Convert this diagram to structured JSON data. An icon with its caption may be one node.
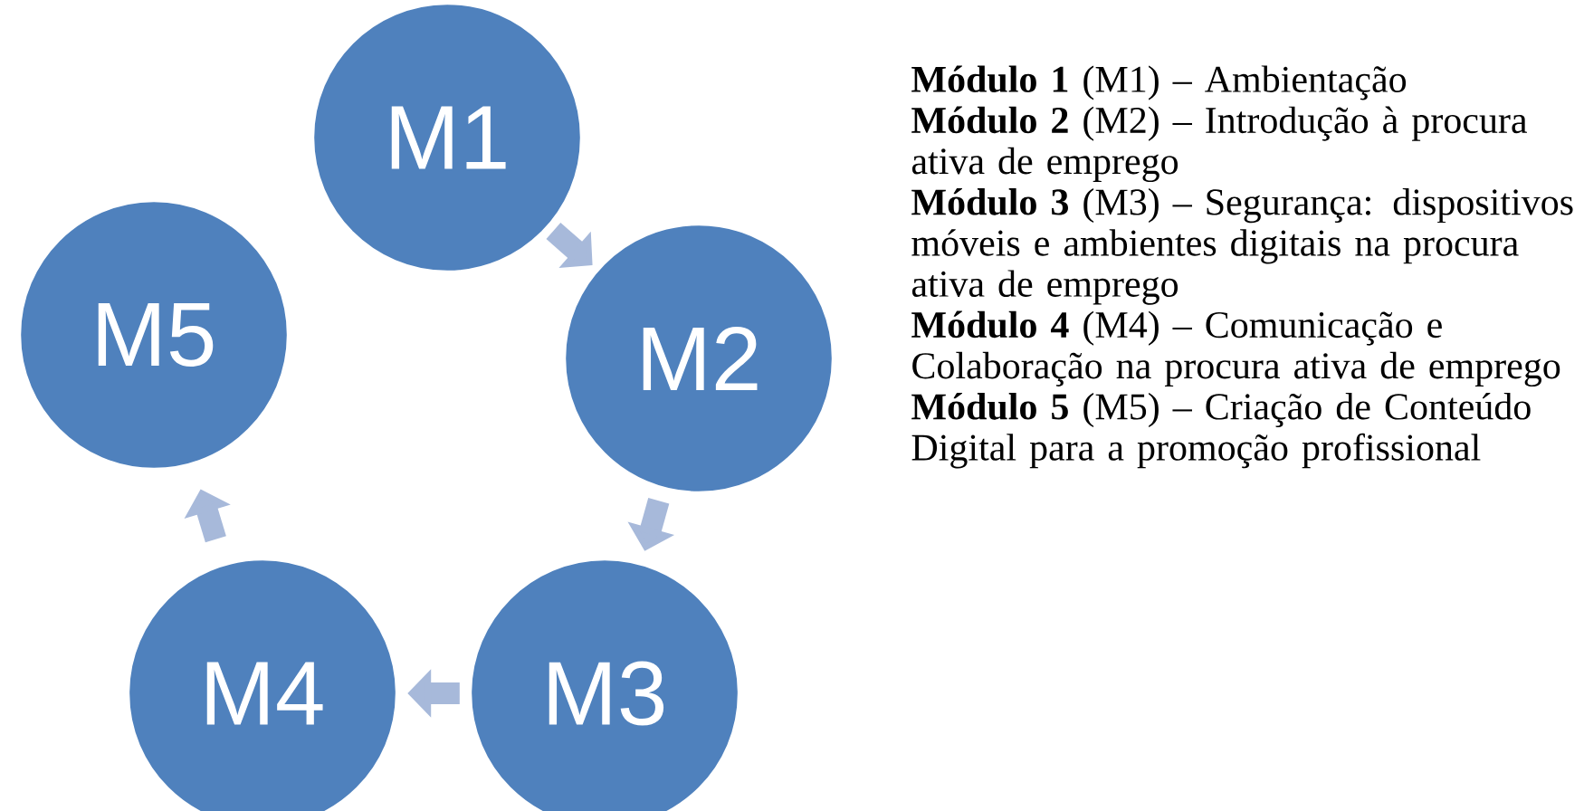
{
  "diagram": {
    "nodes": [
      {
        "text": [
          "M1"
        ]
      },
      {
        "text": [
          "M2"
        ]
      },
      {
        "text": [
          "M3"
        ]
      },
      {
        "text": [
          "M4"
        ]
      },
      {
        "text": [
          "M5"
        ]
      }
    ],
    "edges": [
      {
        "from": 0,
        "to": 1,
        "arrow": "to"
      },
      {
        "from": 1,
        "to": 2,
        "arrow": "to"
      },
      {
        "from": 2,
        "to": 3,
        "arrow": "to"
      },
      {
        "from": 3,
        "to": 4,
        "arrow": "to"
      }
    ],
    "labels": [
      "**Módulo 1** (M1) – Ambientação",
      "**Módulo 2** (M2) – Introdução à procura ativa de emprego",
      "**Módulo 3** (M3) – Segurança: dispositivos móveis e ambientes digitais na procura ativa de emprego",
      "**Módulo 4** (M4) – Comunicação e Colaboração na procura ativa de emprego",
      "**Módulo 5** (M5) – Criação de Conteúdo Digital para a promoção profissional"
    ]
  }
}
